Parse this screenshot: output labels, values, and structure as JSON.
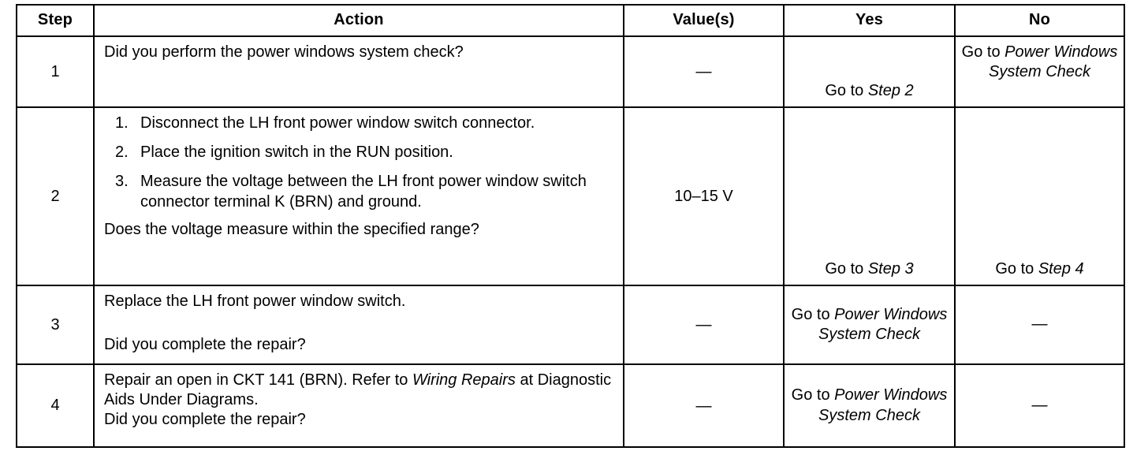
{
  "table": {
    "columns": [
      {
        "key": "step",
        "label": "Step"
      },
      {
        "key": "action",
        "label": "Action"
      },
      {
        "key": "value",
        "label": "Value(s)"
      },
      {
        "key": "yes",
        "label": "Yes"
      },
      {
        "key": "no",
        "label": "No"
      }
    ],
    "rows": [
      {
        "step": "1",
        "action": {
          "question": "Did you perform the power windows system check?"
        },
        "value": "—",
        "yes": {
          "prefix": "Go to ",
          "italic": "Step 2"
        },
        "no": {
          "prefix": "Go to ",
          "italic": "Power Windows System Check"
        }
      },
      {
        "step": "2",
        "action": {
          "list": [
            "Disconnect the LH front power window switch connector.",
            "Place the ignition switch in the RUN position.",
            "Measure the voltage between the LH front power window switch connector terminal K (BRN) and ground."
          ],
          "question": "Does the voltage measure within the specified range?"
        },
        "value": "10–15 V",
        "yes": {
          "prefix": "Go to ",
          "italic": "Step 3"
        },
        "no": {
          "prefix": "Go to ",
          "italic": "Step 4"
        }
      },
      {
        "step": "3",
        "action": {
          "instruction": "Replace the LH front power window switch.",
          "question": "Did you complete the repair?"
        },
        "value": "—",
        "yes": {
          "prefix": "Go to ",
          "italic": "Power Windows System Check"
        },
        "no": {
          "plain": "—"
        }
      },
      {
        "step": "4",
        "action": {
          "instruction_pre": "Repair an open in CKT 141 (BRN). Refer to ",
          "instruction_italic": "Wiring Repairs",
          "instruction_post": " at Diagnostic Aids Under Diagrams.",
          "question": "Did you complete the repair?"
        },
        "value": "—",
        "yes": {
          "prefix": "Go to ",
          "italic": "Power Windows System Check"
        },
        "no": {
          "plain": "—"
        }
      }
    ]
  },
  "colors": {
    "text": "#000000",
    "background": "#ffffff",
    "border": "#000000"
  }
}
